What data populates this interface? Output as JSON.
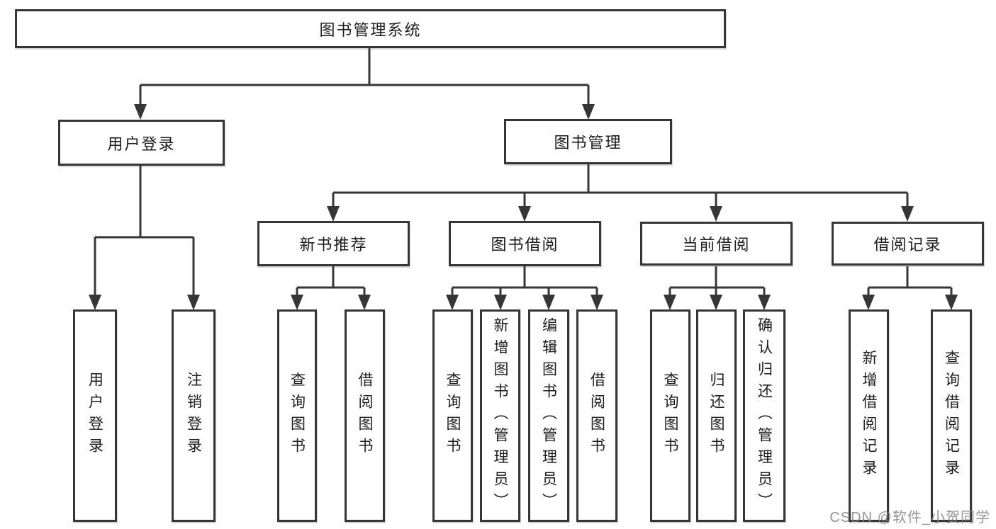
{
  "diagram": {
    "root": "图书管理系统",
    "level2": {
      "user_login": "用户登录",
      "book_mgmt": "图书管理"
    },
    "level3": {
      "new_book_rec": "新书推荐",
      "book_borrow": "图书借阅",
      "current_borrow": "当前借阅",
      "borrow_record": "借阅记录"
    },
    "leaves": {
      "user_login_login": "用户登录",
      "user_login_logout": "注销登录",
      "nb_query": "查询图书",
      "nb_borrow": "借阅图书",
      "bb_query": "查询图书",
      "bb_add": "新增图书（管理员）",
      "bb_edit": "编辑图书（管理员）",
      "bb_borrow": "借阅图书",
      "cb_query": "查询图书",
      "cb_return": "归还图书",
      "cb_confirm": "确认归还（管理员）",
      "br_add": "新增借阅记录",
      "br_query": "查询借阅记录"
    }
  },
  "watermark": "CSDN @软件_小贺同学",
  "colors": {
    "line": "#363636",
    "text": "#1c1c1c",
    "watermark": "#828282",
    "background": "#ffffff"
  }
}
